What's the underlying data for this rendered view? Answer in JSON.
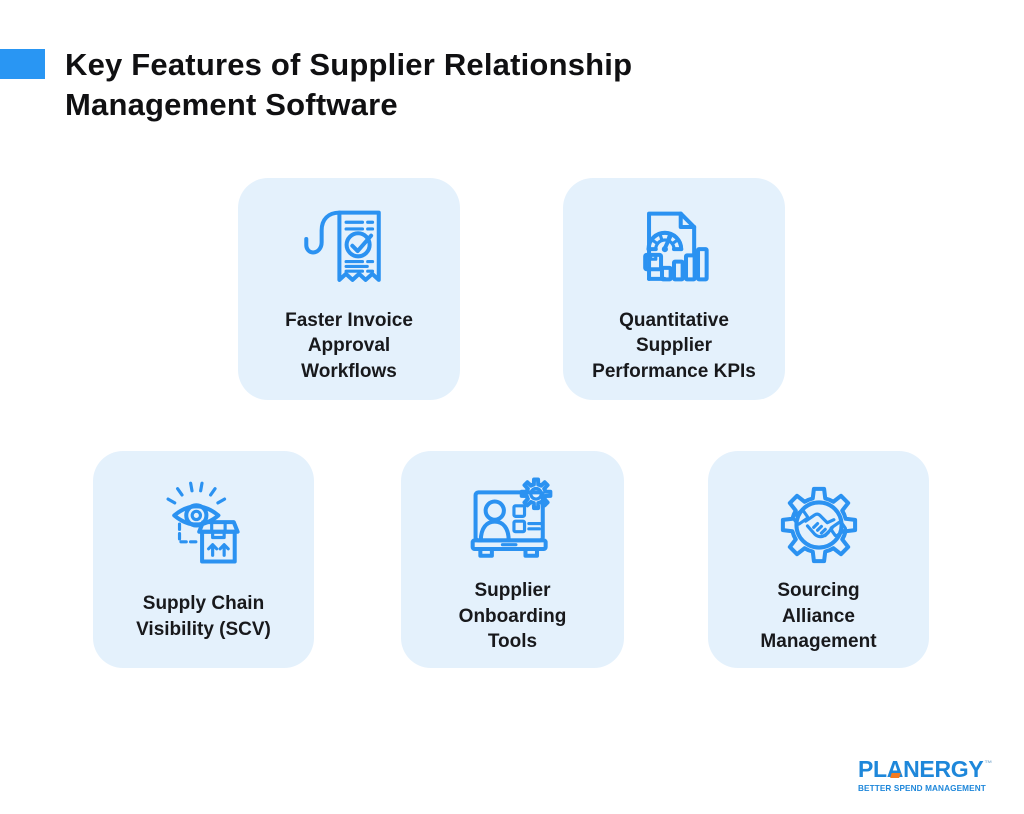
{
  "title": "Key Features of Supplier Relationship\nManagement Software",
  "cards": [
    {
      "label": "Faster Invoice\nApproval\nWorkflows",
      "icon": "invoice-approval-icon"
    },
    {
      "label": "Quantitative\nSupplier\nPerformance KPIs",
      "icon": "supplier-kpi-icon"
    },
    {
      "label": "Supply Chain\nVisibility (SCV)",
      "icon": "supply-chain-visibility-icon"
    },
    {
      "label": "Supplier\nOnboarding\nTools",
      "icon": "supplier-onboarding-icon"
    },
    {
      "label": "Sourcing\nAlliance\nManagement",
      "icon": "sourcing-alliance-icon"
    }
  ],
  "footer": {
    "brand": "PLANERGY",
    "trademark": "™",
    "tagline": "BETTER SPEND MANAGEMENT"
  },
  "colors": {
    "accent": "#2996f3",
    "icon_stroke": "#2b92f1",
    "card_bg": "#e4f1fc",
    "title_text": "#101012",
    "label_text": "#18191c",
    "logo_blue": "#1e87da",
    "logo_orange": "#f47b20",
    "background": "#ffffff"
  }
}
